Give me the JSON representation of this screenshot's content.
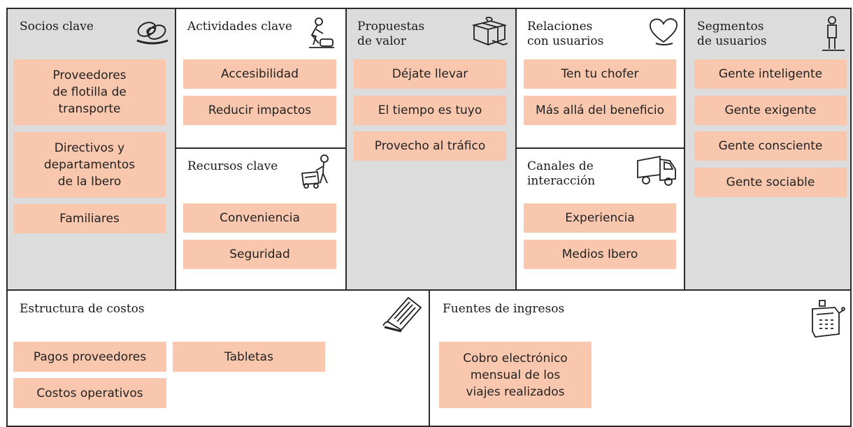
{
  "colors": {
    "gray_block": "#dcdcdc",
    "note": "#f9c7ad",
    "border": "#2b2b2b"
  },
  "partners": {
    "title": "Socios clave",
    "icon": "chain-links-icon",
    "items": [
      "Proveedores\nde flotilla de\ntransporte",
      "Directivos y\ndepartamentos\nde la Ibero",
      "Familiares"
    ]
  },
  "activities": {
    "title": "Actividades clave",
    "icon": "person-working-icon",
    "items": [
      "Accesibilidad",
      "Reducir impactos"
    ]
  },
  "resources": {
    "title": "Recursos clave",
    "icon": "person-with-cart-icon",
    "items": [
      "Conveniencia",
      "Seguridad"
    ]
  },
  "value": {
    "title": "Propuestas\nde valor",
    "icon": "gift-box-icon",
    "items": [
      "Déjate llevar",
      "El tiempo es tuyo",
      "Provecho al tráfico"
    ]
  },
  "relations": {
    "title": "Relaciones\ncon usuarios",
    "icon": "heart-icon",
    "items": [
      "Ten tu chofer",
      "Más allá del beneficio"
    ]
  },
  "channels": {
    "title": "Canales de\ninteracción",
    "icon": "truck-icon",
    "items": [
      "Experiencia",
      "Medios Ibero"
    ]
  },
  "segments": {
    "title": "Segmentos\nde usuarios",
    "icon": "standing-person-icon",
    "items": [
      "Gente inteligente",
      "Gente exigente",
      "Gente consciente",
      "Gente sociable"
    ]
  },
  "costs": {
    "title": "Estructura de costos",
    "icon": "receipt-icon",
    "items": [
      "Pagos proveedores",
      "Tabletas",
      "Costos operativos"
    ]
  },
  "revenue": {
    "title": "Fuentes de ingresos",
    "icon": "cash-register-icon",
    "items": [
      "Cobro electrónico\nmensual de los\nviajes realizados"
    ]
  }
}
